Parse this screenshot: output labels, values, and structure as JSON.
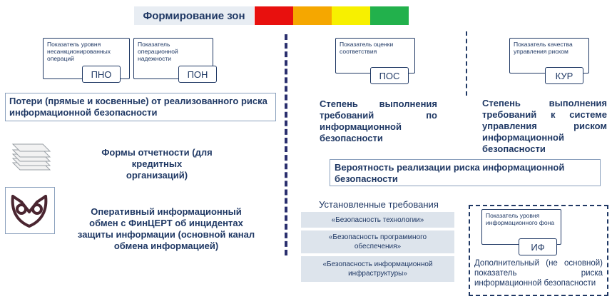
{
  "header": {
    "title": "Формирование зон",
    "zone_colors": [
      "#e8100e",
      "#f5a700",
      "#f7f000",
      "#22b14c"
    ]
  },
  "indicators": {
    "pno": {
      "label": "Показатель уровня несанкционированных операций",
      "code": "ПНО"
    },
    "pon": {
      "label": "Показатель операционной надежности",
      "code": "ПОН"
    },
    "pos": {
      "label": "Показатель оценки соответствия",
      "code": "ПОС"
    },
    "kur": {
      "label": "Показатель качества управления риском",
      "code": "КУР"
    },
    "if": {
      "label": "Показатель уровня информационного фона",
      "code": "ИФ"
    }
  },
  "texts": {
    "losses": "Потери (прямые и косвенные) от реализованного риска информационной безопасности",
    "pos_desc": "Степень выполнения требований по информационной безопасности",
    "kur_desc": "Степень выполнения требований к системе управления риском информационной безопасности",
    "probability": "Вероятность реализации риска информационной безопасности",
    "forms": "Формы отчетности (для кредитных организаций)",
    "fincert": "Оперативный информационный обмен с ФинЦЕРТ об инцидентах защиты информации (основной канал обмена информацией)",
    "if_desc": "Дополнительный (не основной) показатель риска информационной безопасности"
  },
  "requirements": {
    "title": "Установленные требования",
    "items": [
      "«Безопасность технологии»",
      "«Безопасность программного обеспечения»",
      "«Безопасность информационной инфраструктуры»"
    ]
  }
}
